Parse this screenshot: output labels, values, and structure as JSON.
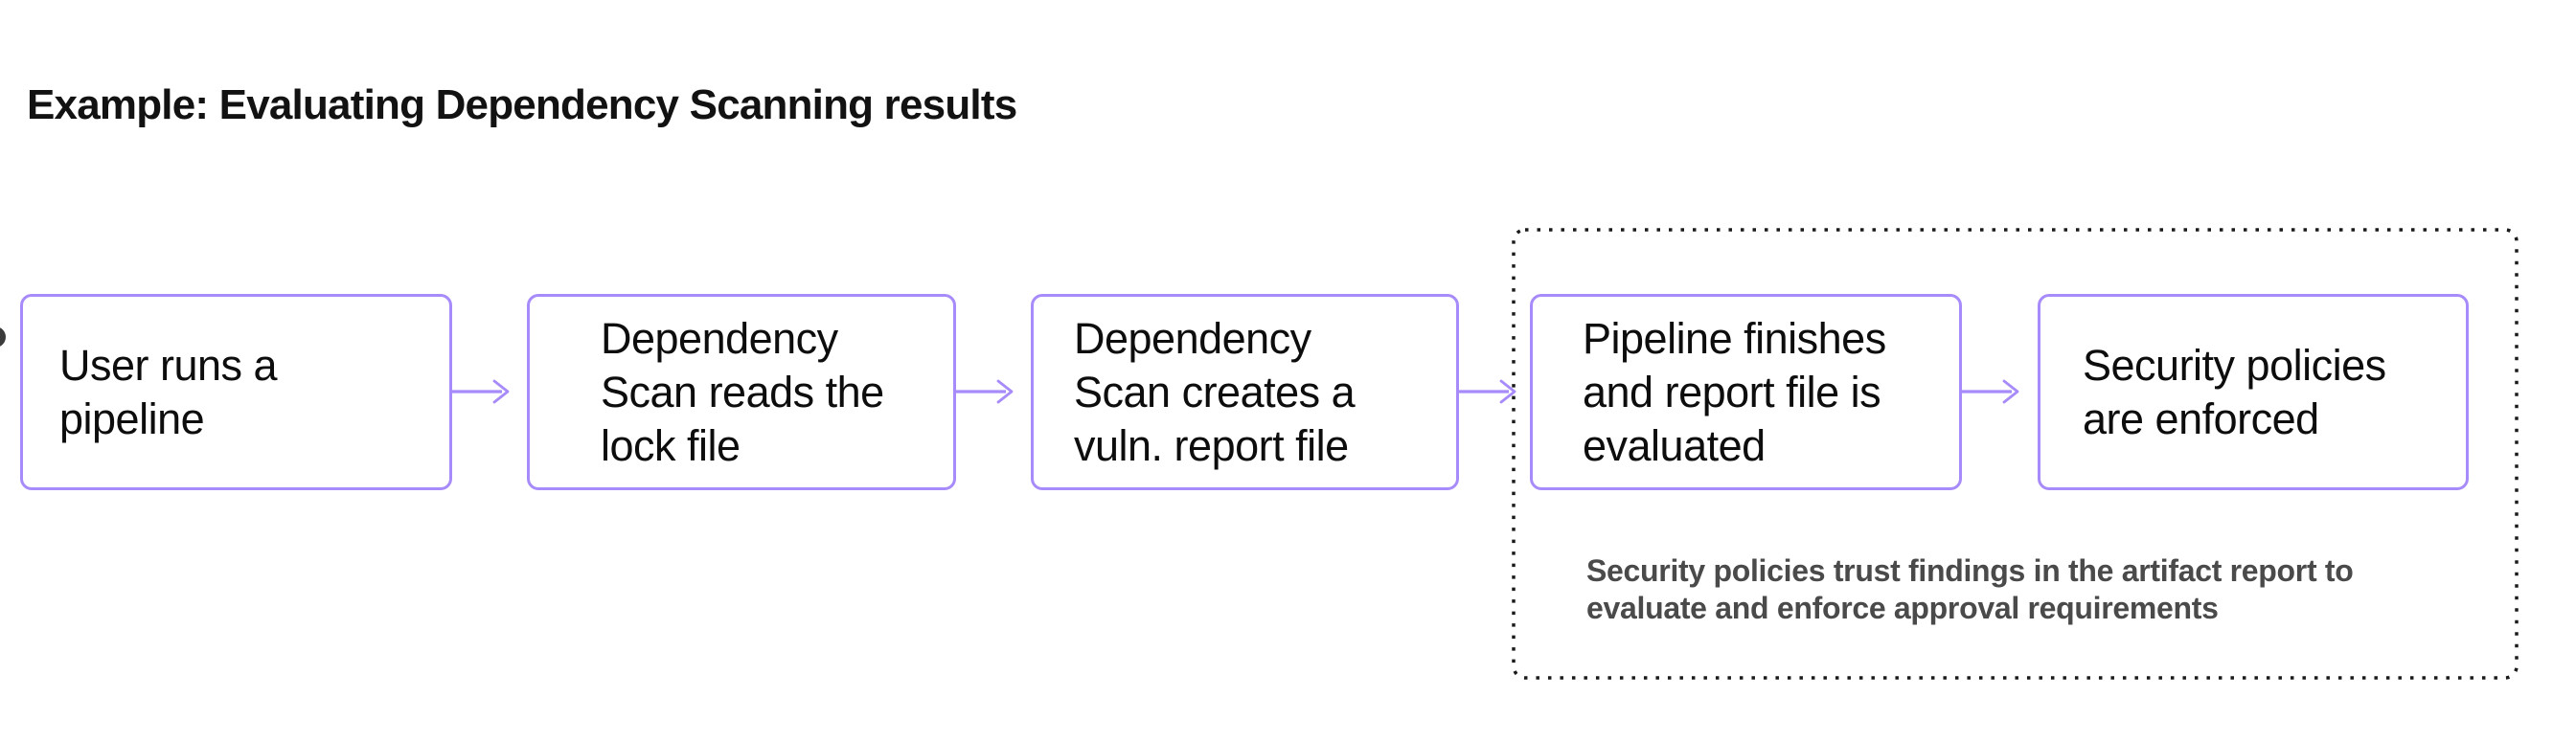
{
  "title": "Example: Evaluating Dependency Scanning results",
  "flow": {
    "boxes": [
      {
        "label": "User runs a\npipeline"
      },
      {
        "label": "Dependency\nScan reads the\nlock file"
      },
      {
        "label": "Dependency\nScan creates a\nvuln. report file"
      },
      {
        "label": "Pipeline finishes\nand report file is\nevaluated"
      },
      {
        "label": "Security policies\nare enforced"
      }
    ],
    "annotation": "Security policies trust findings in the artifact report to\nevaluate and enforce approval requirements"
  },
  "colors": {
    "box_border": "#a78bfa",
    "arrow": "#a78bfa",
    "dotted_border": "#1a1a1a",
    "title_text": "#121212",
    "box_text": "#0d0d0d",
    "annotation_text": "#4a4a4a",
    "clipped_node": "#3b3b3b",
    "background": "#ffffff"
  }
}
